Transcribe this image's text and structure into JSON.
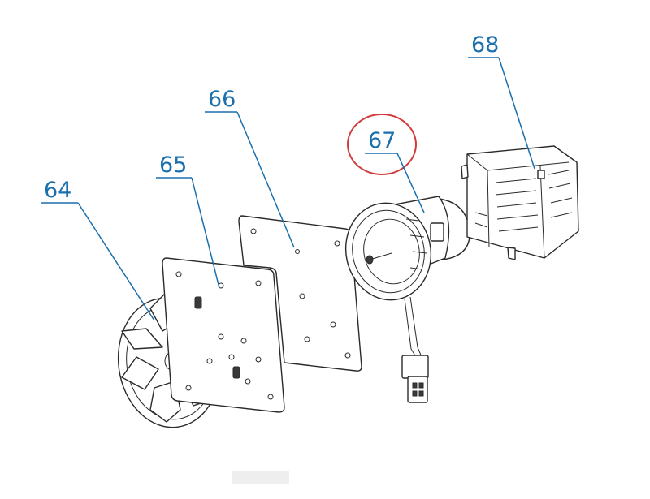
{
  "callouts": [
    {
      "id": "64",
      "label": "64",
      "highlighted": false
    },
    {
      "id": "65",
      "label": "65",
      "highlighted": false
    },
    {
      "id": "66",
      "label": "66",
      "highlighted": false
    },
    {
      "id": "67",
      "label": "67",
      "highlighted": true
    },
    {
      "id": "68",
      "label": "68",
      "highlighted": false
    }
  ],
  "colors": {
    "callout": "#1a6fad",
    "highlight_circle": "#d23b3b",
    "line_art": "#2a2a2a"
  }
}
